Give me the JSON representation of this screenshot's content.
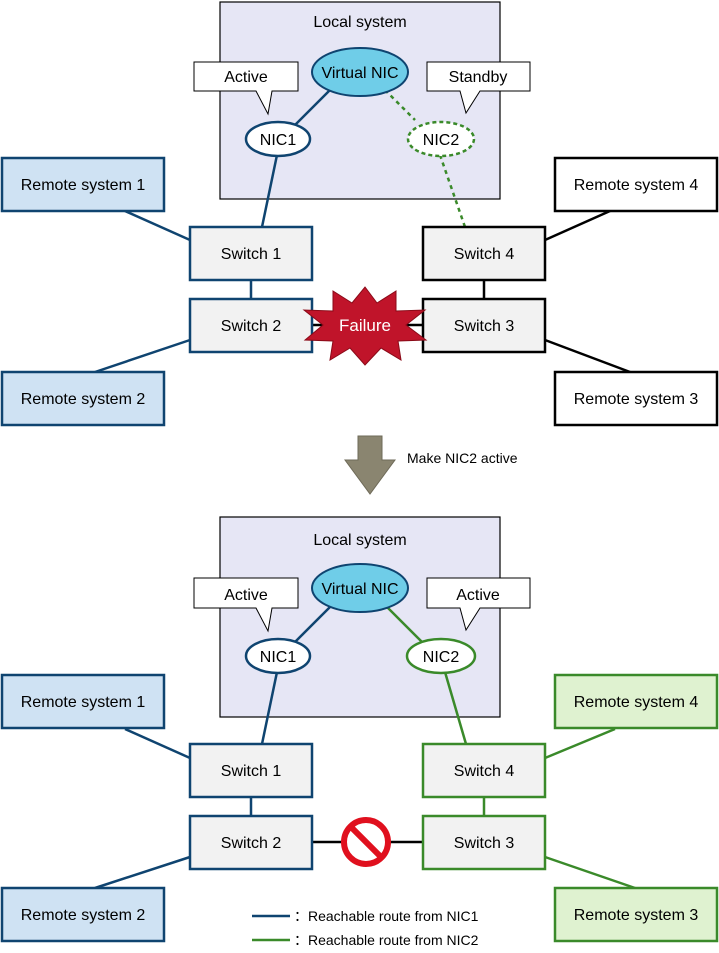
{
  "colors": {
    "nic1_route": "#0f4470",
    "nic2_route": "#3a8a2a",
    "local_system_fill": "#e6e6f5",
    "virtual_nic_fill": "#6fcde8",
    "remote_nic1_fill": "#cfe2f3",
    "remote_nic2_fill": "#dff2d0",
    "switch_fill": "#f2f2f2",
    "failure_fill": "#c0142a",
    "arrow_fill": "#8a8570"
  },
  "top": {
    "local_system": "Local system",
    "virtual_nic": "Virtual NIC",
    "nic1": "NIC1",
    "nic2": "NIC2",
    "callout_nic1": "Active",
    "callout_nic2": "Standby",
    "remote1": "Remote system 1",
    "remote2": "Remote system 2",
    "remote3": "Remote system 3",
    "remote4": "Remote system 4",
    "switch1": "Switch 1",
    "switch2": "Switch 2",
    "switch3": "Switch 3",
    "switch4": "Switch 4",
    "failure": "Failure"
  },
  "transition": {
    "label": "Make NIC2 active",
    "icon": "down-arrow-icon"
  },
  "bottom": {
    "local_system": "Local system",
    "virtual_nic": "Virtual NIC",
    "nic1": "NIC1",
    "nic2": "NIC2",
    "callout_nic1": "Active",
    "callout_nic2": "Active",
    "remote1": "Remote system 1",
    "remote2": "Remote system 2",
    "remote3": "Remote system 3",
    "remote4": "Remote system 4",
    "switch1": "Switch 1",
    "switch2": "Switch 2",
    "switch3": "Switch 3",
    "switch4": "Switch 4",
    "blocked_icon": "prohibited-icon"
  },
  "legend": {
    "nic1_route": "：Reachable route from NIC1",
    "nic2_route": "：Reachable route from NIC2"
  }
}
